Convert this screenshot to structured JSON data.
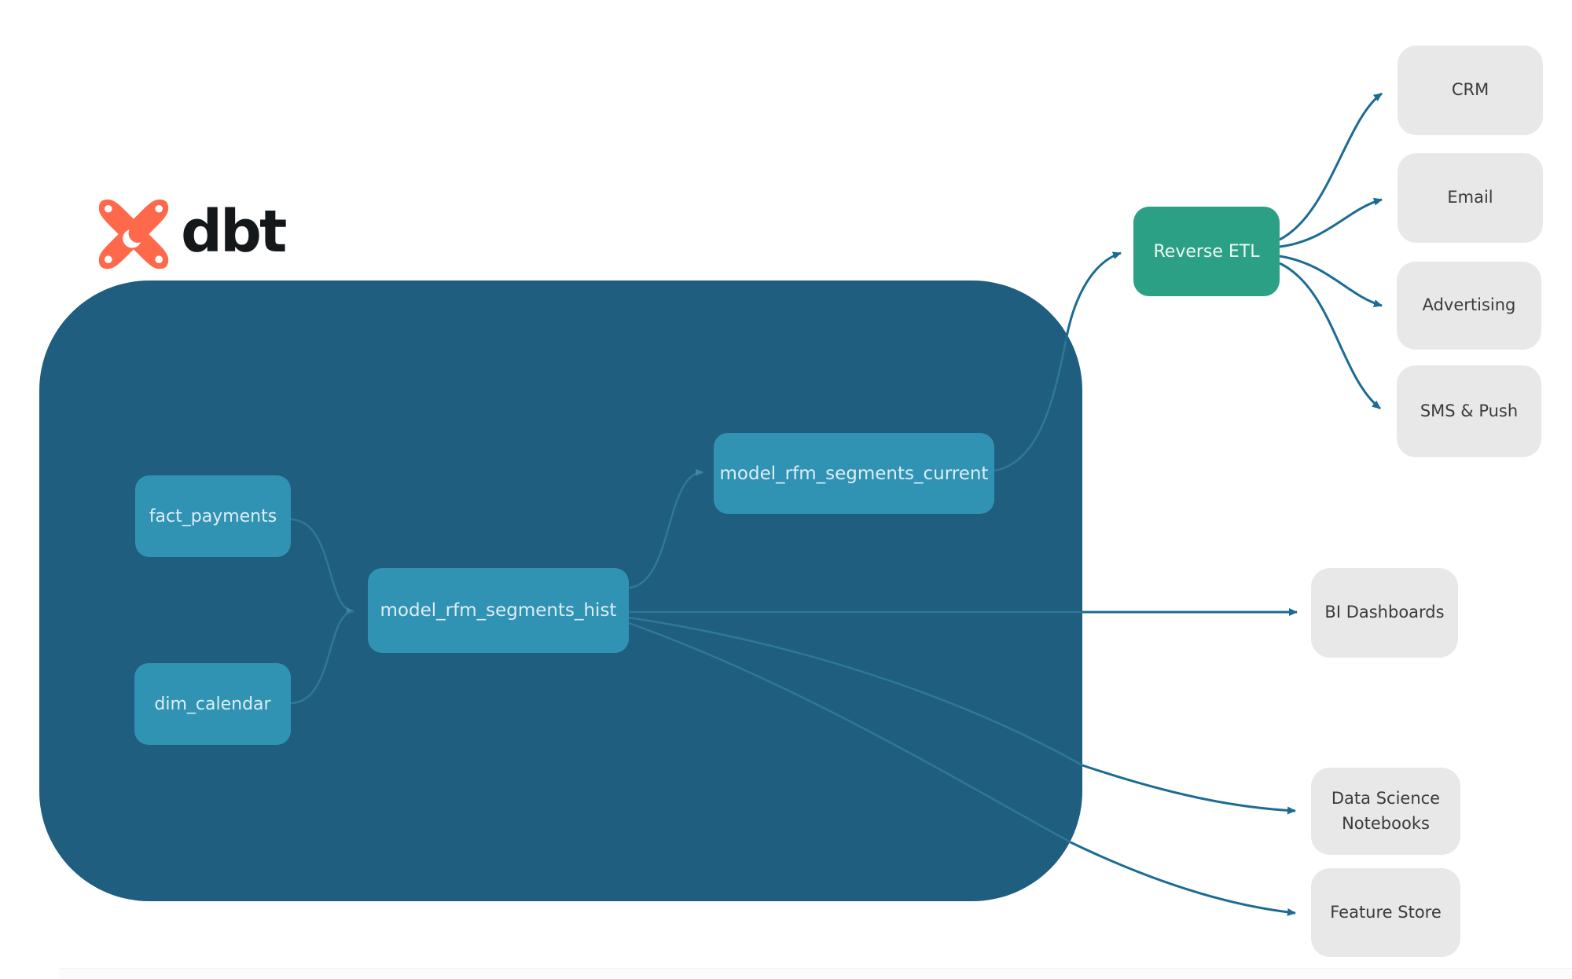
{
  "logo": {
    "brand": "dbt"
  },
  "colors": {
    "container": "#1f5e7e",
    "model_node": "#3193b4",
    "reverse_etl_node": "#2ca084",
    "destination_node": "#e8e8e8",
    "edge_outside": "#1c6b94",
    "edge_inside": "#2f7897",
    "logo_orange": "#ff694b"
  },
  "diagram": {
    "nodes": [
      {
        "id": "fact_payments",
        "label": "fact_payments",
        "type": "model"
      },
      {
        "id": "dim_calendar",
        "label": "dim_calendar",
        "type": "model"
      },
      {
        "id": "model_rfm_segments_hist",
        "label": "model_rfm_segments_hist",
        "type": "model"
      },
      {
        "id": "model_rfm_segments_current",
        "label": "model_rfm_segments_current",
        "type": "model"
      },
      {
        "id": "reverse_etl",
        "label": "Reverse ETL",
        "type": "tool"
      },
      {
        "id": "crm",
        "label": "CRM",
        "type": "destination"
      },
      {
        "id": "email",
        "label": "Email",
        "type": "destination"
      },
      {
        "id": "advertising",
        "label": "Advertising",
        "type": "destination"
      },
      {
        "id": "sms_push",
        "label": "SMS & Push",
        "type": "destination"
      },
      {
        "id": "bi_dashboards",
        "label": "BI Dashboards",
        "type": "destination"
      },
      {
        "id": "data_science_notebooks",
        "label": "Data Science Notebooks",
        "type": "destination"
      },
      {
        "id": "feature_store",
        "label": "Feature Store",
        "type": "destination"
      }
    ],
    "edges": [
      {
        "from": "fact_payments",
        "to": "model_rfm_segments_hist"
      },
      {
        "from": "dim_calendar",
        "to": "model_rfm_segments_hist"
      },
      {
        "from": "model_rfm_segments_hist",
        "to": "model_rfm_segments_current"
      },
      {
        "from": "model_rfm_segments_current",
        "to": "reverse_etl"
      },
      {
        "from": "reverse_etl",
        "to": "crm"
      },
      {
        "from": "reverse_etl",
        "to": "email"
      },
      {
        "from": "reverse_etl",
        "to": "advertising"
      },
      {
        "from": "reverse_etl",
        "to": "sms_push"
      },
      {
        "from": "model_rfm_segments_hist",
        "to": "bi_dashboards"
      },
      {
        "from": "model_rfm_segments_hist",
        "to": "data_science_notebooks"
      },
      {
        "from": "model_rfm_segments_hist",
        "to": "feature_store"
      }
    ]
  }
}
